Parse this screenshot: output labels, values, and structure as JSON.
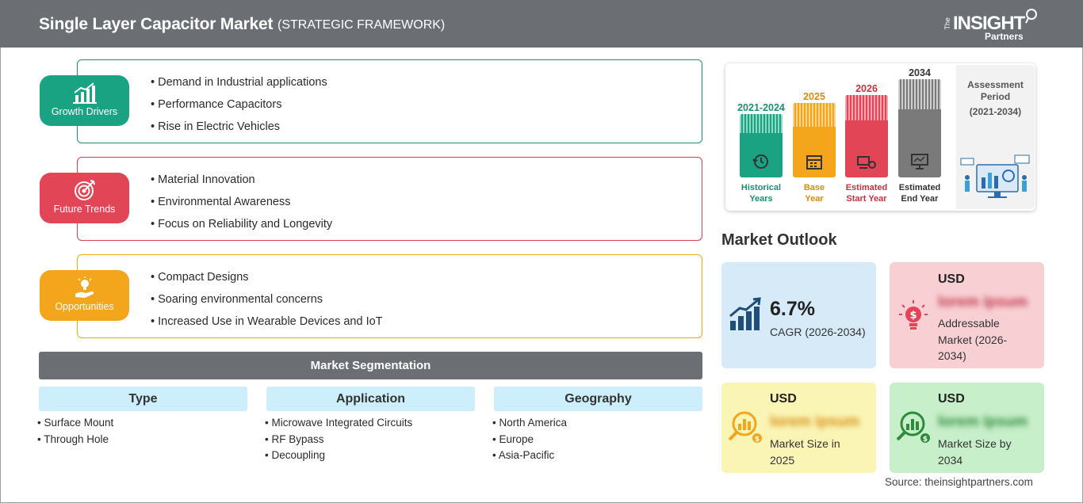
{
  "header": {
    "title": "Single Layer Capacitor Market",
    "subtitle": "(STRATEGIC FRAMEWORK)",
    "logo": {
      "the": "The",
      "insight": "INSIGHT",
      "partners": "Partners"
    }
  },
  "categories": {
    "growth": {
      "label": "Growth Drivers",
      "icon": "chart-up-icon",
      "color": "#1aa383",
      "items": [
        "Demand in Industrial applications",
        "Performance Capacitors",
        "Rise in Electric Vehicles"
      ]
    },
    "trends": {
      "label": "Future Trends",
      "icon": "target-icon",
      "color": "#e24556",
      "items": [
        "Material Innovation",
        "Environmental Awareness",
        "Focus on Reliability and Longevity"
      ]
    },
    "opps": {
      "label": "Opportunities",
      "icon": "lightbulb-hand-icon",
      "color": "#f3a51c",
      "items": [
        "Compact Designs",
        "Soaring environmental concerns",
        "Increased Use in Wearable Devices and IoT"
      ]
    }
  },
  "segmentation": {
    "title": "Market Segmentation",
    "columns": [
      {
        "head": "Type",
        "items": [
          "Surface Mount",
          "Through Hole"
        ]
      },
      {
        "head": "Application",
        "items": [
          "Microwave Integrated Circuits",
          "RF Bypass",
          "Decoupling"
        ]
      },
      {
        "head": "Geography",
        "items": [
          "North America",
          "Europe",
          "Asia-Pacific"
        ]
      }
    ]
  },
  "assessment": {
    "title": "Assessment Period",
    "period": "(2021-2034)",
    "years": [
      {
        "year": "2021-2024",
        "caption1": "Historical",
        "caption2": "Years",
        "color": "#1aa383",
        "icon": "history-icon"
      },
      {
        "year": "2025",
        "caption1": "Base",
        "caption2": "Year",
        "color": "#f3a51c",
        "icon": "calendar-icon"
      },
      {
        "year": "2026",
        "caption1": "Estimated",
        "caption2": "Start Year",
        "color": "#e24556",
        "icon": "start-icon"
      },
      {
        "year": "2034",
        "caption1": "Estimated",
        "caption2": "End Year",
        "color": "#7a7a7a",
        "icon": "monitor-icon"
      }
    ]
  },
  "outlook": {
    "title": "Market Outlook",
    "cagr": {
      "value": "6.7%",
      "label": "CAGR (2026-2034)"
    },
    "addressable": {
      "usd": "USD",
      "value": "lorem ipsum",
      "label1": "Addressable",
      "label2": "Market (2026-",
      "label3": "2034)"
    },
    "size2025": {
      "usd": "USD",
      "value": "lorem ipsum",
      "label1": "Market Size in",
      "label2": "2025"
    },
    "size2034": {
      "usd": "USD",
      "value": "lorem ipsum",
      "label1": "Market Size by",
      "label2": "2034"
    }
  },
  "source": "Source: theinsightpartners.com"
}
